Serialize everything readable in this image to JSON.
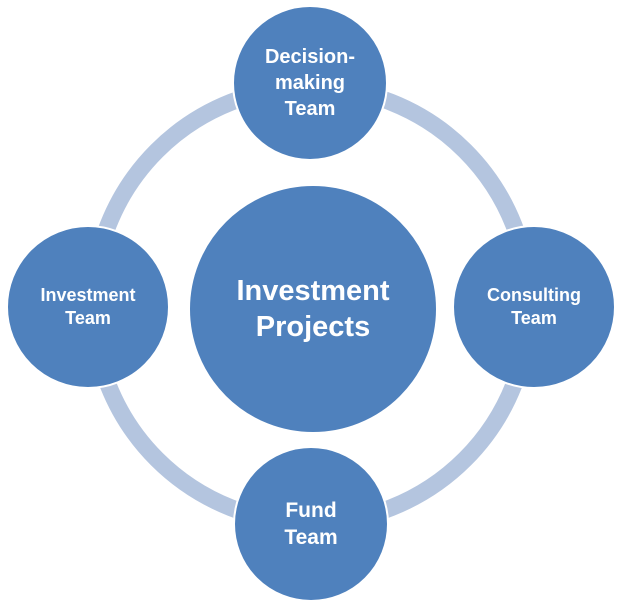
{
  "diagram": {
    "center": {
      "label": "Investment\nProjects"
    },
    "nodes": {
      "top": {
        "label": "Decision-\nmaking\nTeam"
      },
      "right": {
        "label": "Consulting\nTeam"
      },
      "bottom": {
        "label": "Fund\nTeam"
      },
      "left": {
        "label": "Investment\nTeam"
      }
    },
    "colors": {
      "node_fill": "#4f81bd",
      "ring": "#b4c5df",
      "node_border": "#ffffff"
    }
  }
}
